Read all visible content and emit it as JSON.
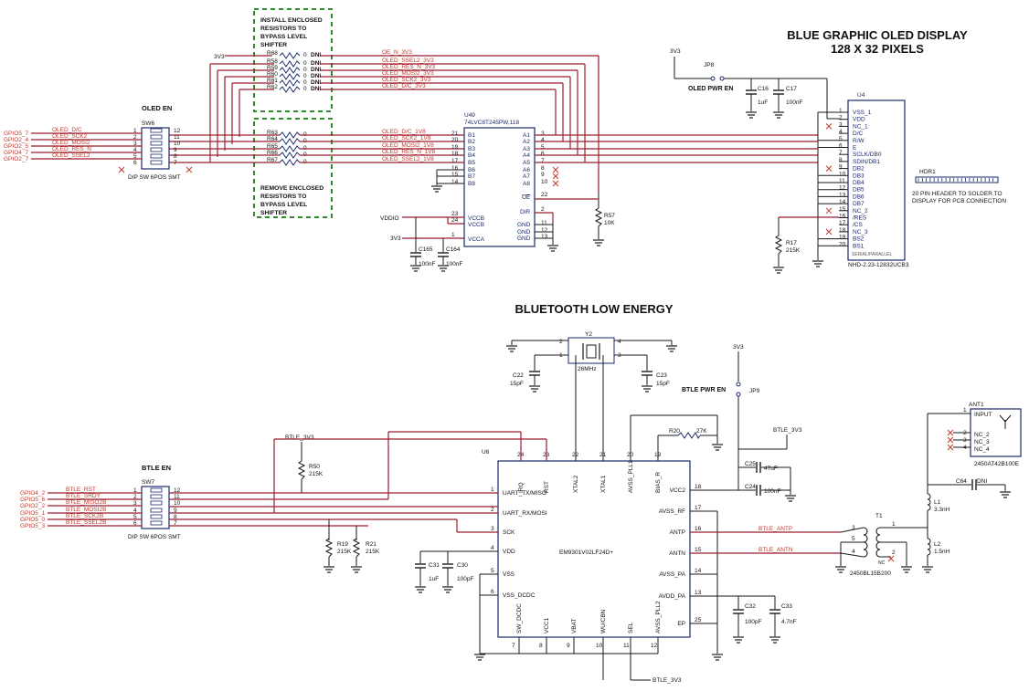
{
  "oled": {
    "title_line1": "BLUE GRAPHIC OLED DISPLAY",
    "title_line2": "128 X 32 PIXELS",
    "note_install": [
      "INSTALL ENCLOSED",
      "RESISTORS TO",
      "BYPASS LEVEL",
      "SHIFTER"
    ],
    "note_remove": [
      "REMOVE ENCLOSED",
      "RESISTORS TO",
      "BYPASS LEVEL",
      "SHIFTER"
    ],
    "sw_name": "SW6",
    "sw_label": "OLED EN",
    "sw_part": "DIP SW 6POS SMT",
    "gpio": [
      "GPIO5_7",
      "GPIO2_4",
      "GPIO2_5",
      "GPIO4_7",
      "GPIO2_7"
    ],
    "nets": [
      "OLED_D/C",
      "OLED_SCK2",
      "OLED_MOSI2",
      "OLED_RES_N",
      "OLED_SSEL2"
    ],
    "rail_3v3": "3V3",
    "top_res": [
      {
        "ref": "R68",
        "val": "0",
        "dni": "DNI",
        "net": "OE_N_3V3"
      },
      {
        "ref": "R58",
        "val": "0",
        "dni": "DNI",
        "net": "OLED_SSEL2_3V3"
      },
      {
        "ref": "R59",
        "val": "0",
        "dni": "DNI",
        "net": "OLED_RES_N_3V3"
      },
      {
        "ref": "R60",
        "val": "0",
        "dni": "DNI",
        "net": "OLED_MOSI2_3V3"
      },
      {
        "ref": "R61",
        "val": "0",
        "dni": "DNI",
        "net": "OLED_SCK2_3V3"
      },
      {
        "ref": "R62",
        "val": "0",
        "dni": "DNI",
        "net": "OLED_D/C_3V3"
      }
    ],
    "bot_res": [
      {
        "ref": "R63",
        "val": "0",
        "net": "OLED_D/C_1V8"
      },
      {
        "ref": "R64",
        "val": "0",
        "net": "OLED_SCK2_1V8"
      },
      {
        "ref": "R65",
        "val": "0",
        "net": "OLED_MOSI2_1V8"
      },
      {
        "ref": "R66",
        "val": "0",
        "net": "OLED_RES_N_1V8"
      },
      {
        "ref": "R67",
        "val": "0",
        "net": "OLED_SSEL2_1V8"
      }
    ],
    "u49": {
      "ref": "U49",
      "part": "74LVC8T245PW,118",
      "b_pins": [
        "B1",
        "B2",
        "B3",
        "B4",
        "B5",
        "B6",
        "B7",
        "B8"
      ],
      "b_nums": [
        "21",
        "20",
        "19",
        "18",
        "17",
        "16",
        "15",
        "14"
      ],
      "a_pins": [
        "A1",
        "A2",
        "A3",
        "A4",
        "A5",
        "A6",
        "A7",
        "A8"
      ],
      "a_nums": [
        "3",
        "4",
        "5",
        "6",
        "7",
        "8",
        "9",
        "10"
      ],
      "oe": "OE",
      "oe_num": "22",
      "dir": "DIR",
      "dir_num": "2",
      "vccb": [
        "VCCB",
        "VCCB"
      ],
      "vccb_nums": [
        "23",
        "24"
      ],
      "vcca": "VCCA",
      "vcca_num": "1",
      "gnd": [
        "GND",
        "GND",
        "GND"
      ],
      "gnd_nums": [
        "11",
        "12",
        "13"
      ],
      "vddio": "VDDIO",
      "rail": "3V3"
    },
    "caps": {
      "c165": "C165",
      "c165_val": "100nF",
      "c164": "C164",
      "c164_val": "100nF",
      "c16": "C16",
      "c16_val": "1uF",
      "c17": "C17",
      "c17_val": "100nF"
    },
    "r57": "R57",
    "r57_val": "10K",
    "r17": "R17",
    "r17_val": "215K",
    "jp8": "JP8",
    "jp8_label": "OLED PWR EN",
    "jp8_rail": "3V3",
    "u4": {
      "ref": "U4",
      "part": "NHD-2.23-12832UCB3",
      "mode": "SERIAL/PARALLEL",
      "pins": [
        "VSS_1",
        "VDD",
        "NC_1",
        "D/C",
        "R/W",
        "E",
        "SCLK/DB0",
        "SDIN/DB1",
        "DB2",
        "DB3",
        "DB4",
        "DB5",
        "DB6",
        "DB7",
        "NC_2",
        "/RES",
        "/CS",
        "NC_3",
        "BS2",
        "BS1"
      ],
      "nums": [
        "1",
        "2",
        "3",
        "4",
        "5",
        "6",
        "7",
        "8",
        "9",
        "10",
        "11",
        "12",
        "13",
        "14",
        "15",
        "16",
        "17",
        "18",
        "19",
        "20"
      ]
    },
    "hdr": "HDR1",
    "hdr_note": [
      "20 PIN HEADER TO SOLDER TO",
      "DISPLAY FOR PCB CONNECTION"
    ]
  },
  "ble": {
    "title": "BLUETOOTH LOW ENERGY",
    "sw_name": "SW7",
    "sw_label": "BTLE EN",
    "sw_part": "DIP SW 6POS SMT",
    "gpio": [
      "GPIO4_2",
      "GPIO5_6",
      "GPIO2_2",
      "GPIO5_1",
      "GPIO5_0",
      "GPIO5_3"
    ],
    "nets": [
      "BTLE_RST",
      "BTLE_SRDY",
      "BTLE_MISO2B",
      "BTLE_MOSI2B",
      "BTLE_SCK2B",
      "BTLE_SSEL2B"
    ],
    "sw_left_nums": [
      "1",
      "2",
      "3",
      "4",
      "5",
      "6"
    ],
    "sw_right_nums": [
      "12",
      "11",
      "10",
      "9",
      "8",
      "7"
    ],
    "rail": "BTLE_3V3",
    "r50": "R50",
    "r50_val": "215K",
    "r19": "R19",
    "r19_val": "215K",
    "r21": "R21",
    "r21_val": "215K",
    "y2": "Y2",
    "y2_val": "26MHz",
    "c22": "C22",
    "c22_val": "15pF",
    "c23": "C23",
    "c23_val": "15pF",
    "u6": {
      "ref": "U6",
      "part": "EM9301V02LF24D+",
      "left": [
        {
          "num": "1",
          "name": "UART_TX/MISO"
        },
        {
          "num": "2",
          "name": "UART_RX/MOSI"
        },
        {
          "num": "3",
          "name": "SCK"
        },
        {
          "num": "4",
          "name": "VDD"
        },
        {
          "num": "5",
          "name": "VSS"
        },
        {
          "num": "6",
          "name": "VSS_DCDC"
        }
      ],
      "top": [
        {
          "num": "24",
          "name": "IRQ"
        },
        {
          "num": "23",
          "name": "RST"
        },
        {
          "num": "22",
          "name": "XTAL2"
        },
        {
          "num": "21",
          "name": "XTAL1"
        },
        {
          "num": "20",
          "name": "AVSS_PLL1"
        },
        {
          "num": "19",
          "name": "BIAS_R"
        }
      ],
      "right": [
        {
          "num": "18",
          "name": "VCC2"
        },
        {
          "num": "17",
          "name": "AVSS_RF"
        },
        {
          "num": "16",
          "name": "ANTP"
        },
        {
          "num": "15",
          "name": "ANTN"
        },
        {
          "num": "14",
          "name": "AVSS_PA"
        },
        {
          "num": "13",
          "name": "AVDD_PA"
        },
        {
          "num": "25",
          "name": "EP"
        }
      ],
      "bottom": [
        {
          "num": "7",
          "name": "SW_DCDC"
        },
        {
          "num": "8",
          "name": "VCC1"
        },
        {
          "num": "9",
          "name": "VBAT"
        },
        {
          "num": "10",
          "name": "WU/CBN"
        },
        {
          "num": "11",
          "name": "SEL"
        },
        {
          "num": "12",
          "name": "AVSS_PLL2"
        }
      ]
    },
    "c31": "C31",
    "c31_val": "1uF",
    "c30": "C30",
    "c30_val": "100pF",
    "r20": "R20",
    "r20_val": "27K",
    "jp9": "JP9",
    "jp9_label": "BTLE PWR EN",
    "jp9_rail": "3V3",
    "c25": "C25",
    "c25_val": "47uF",
    "c24": "C24",
    "c24_val": "100nF",
    "c32": "C32",
    "c32_val": "100pF",
    "c33": "C33",
    "c33_val": "4.7nF",
    "antp": "BTLE_ANTP",
    "antn": "BTLE_ANTN",
    "t1": "T1",
    "t1_part": "2450BL15B200",
    "t1_pins": [
      "3",
      "5",
      "4",
      "1",
      "2"
    ],
    "t1_nc": "NC",
    "l1": "L1",
    "l1_val": "3.3nH",
    "l2": "L2",
    "l2_val": "1.5nH",
    "c64": "C64",
    "c64_val": "DNI",
    "ant": {
      "ref": "ANT1",
      "part": "2450AT42B100E",
      "pins": [
        "INPUT",
        "NC_2",
        "NC_3",
        "NC_4"
      ],
      "nums": [
        "1",
        "2",
        "3",
        "4"
      ]
    },
    "bottom_rail": "BTLE_3V3"
  }
}
